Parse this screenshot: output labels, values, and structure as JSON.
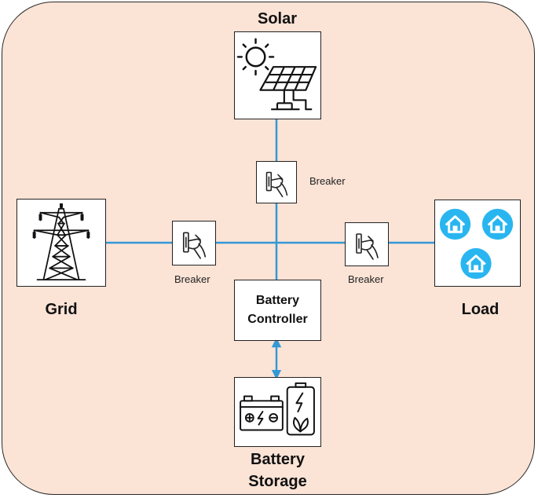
{
  "nodes": {
    "solar": {
      "label": "Solar"
    },
    "grid": {
      "label": "Grid"
    },
    "load": {
      "label": "Load"
    },
    "controller": {
      "line1": "Battery",
      "line2": "Controller"
    },
    "storage": {
      "line1": "Battery",
      "line2": "Storage"
    }
  },
  "breakers": {
    "top": {
      "label": "Breaker"
    },
    "left": {
      "label": "Breaker"
    },
    "right": {
      "label": "Breaker"
    }
  },
  "colors": {
    "background": "#fbe3d6",
    "wire": "#3399d6",
    "home_icon": "#29b6f0"
  },
  "icons": {
    "solar": "solar-panel-icon",
    "grid": "transmission-tower-icon",
    "load": "home-icon",
    "breaker": "breaker-switch-icon",
    "storage": "battery-storage-icon"
  }
}
